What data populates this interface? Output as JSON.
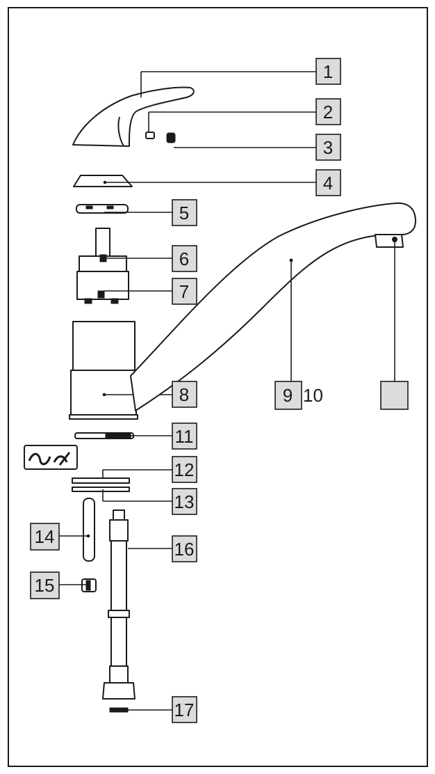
{
  "callouts": [
    {
      "id": "1",
      "text": "1"
    },
    {
      "id": "2",
      "text": "2"
    },
    {
      "id": "3",
      "text": "3"
    },
    {
      "id": "4",
      "text": "4"
    },
    {
      "id": "5",
      "text": "5"
    },
    {
      "id": "6",
      "text": "6"
    },
    {
      "id": "7",
      "text": "7"
    },
    {
      "id": "8",
      "text": "8"
    },
    {
      "id": "9",
      "text": "9"
    },
    {
      "id": "10",
      "text": "10"
    },
    {
      "id": "11",
      "text": "11"
    },
    {
      "id": "12",
      "text": "12"
    },
    {
      "id": "13",
      "text": "13"
    },
    {
      "id": "14",
      "text": "14"
    },
    {
      "id": "15",
      "text": "15"
    },
    {
      "id": "16",
      "text": "16"
    },
    {
      "id": "17",
      "text": "17"
    }
  ],
  "colors": {
    "ink": "#1a1a1a",
    "label_fill": "#dcdcdc",
    "background": "#ffffff"
  }
}
